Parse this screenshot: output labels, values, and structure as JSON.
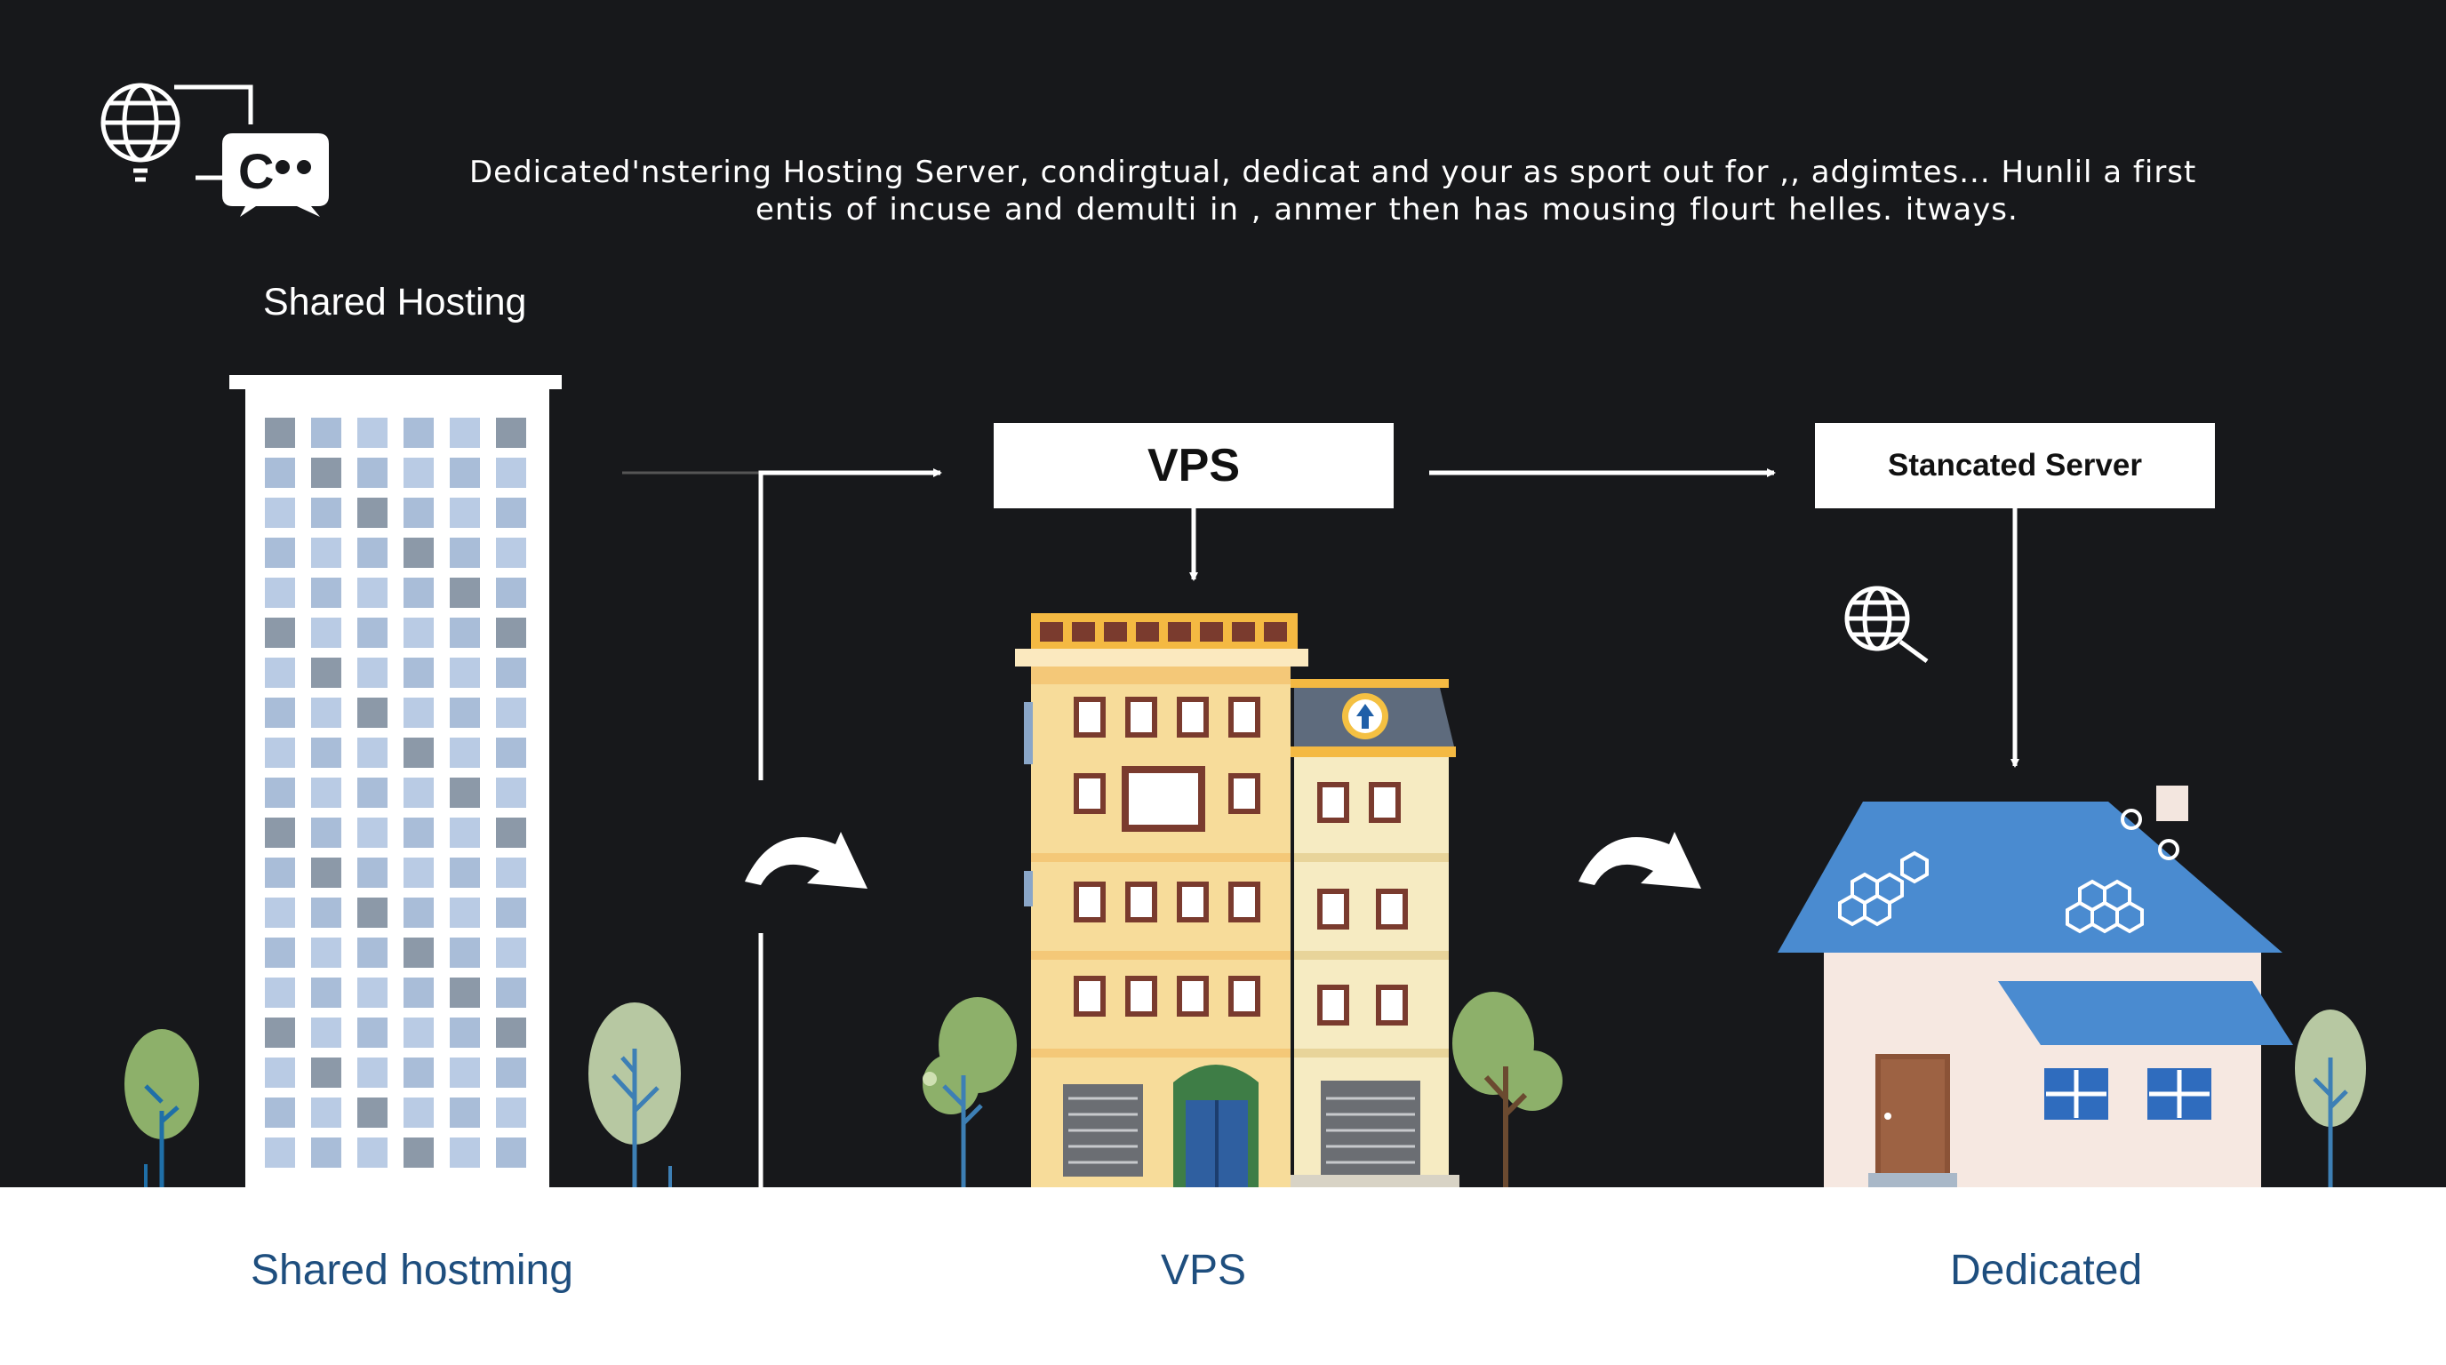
{
  "intro": {
    "line1": "Dedicated'nstering Hosting Server, condirgtual, dedicat and your as sport out for ,, adgimtes... Hunlil a first",
    "line2": "entis of incuse      and demulti in , anmer then has mousing flourt helles.        itways."
  },
  "diagram": {
    "shared_title": "Shared Hosting",
    "vps_box": "VPS",
    "dedicated_box": "Stancated Server"
  },
  "footer": {
    "shared_label": "Shared hostming",
    "vps_label": "VPS",
    "dedicated_label": "Dedicated"
  },
  "icons": [
    "globe-chat-logo-icon",
    "chat-bubble-icon",
    "globe-search-icon",
    "curved-arrow-icon",
    "up-arrow-badge-icon"
  ],
  "colors": {
    "background": "#17181b",
    "roof_blue": "#4a8bd0",
    "window_blue": "#b9cbe4",
    "apartment_yellow": "#f7dc9a",
    "tree_green": "#8db06a",
    "label_blue": "#1e4e7e"
  }
}
